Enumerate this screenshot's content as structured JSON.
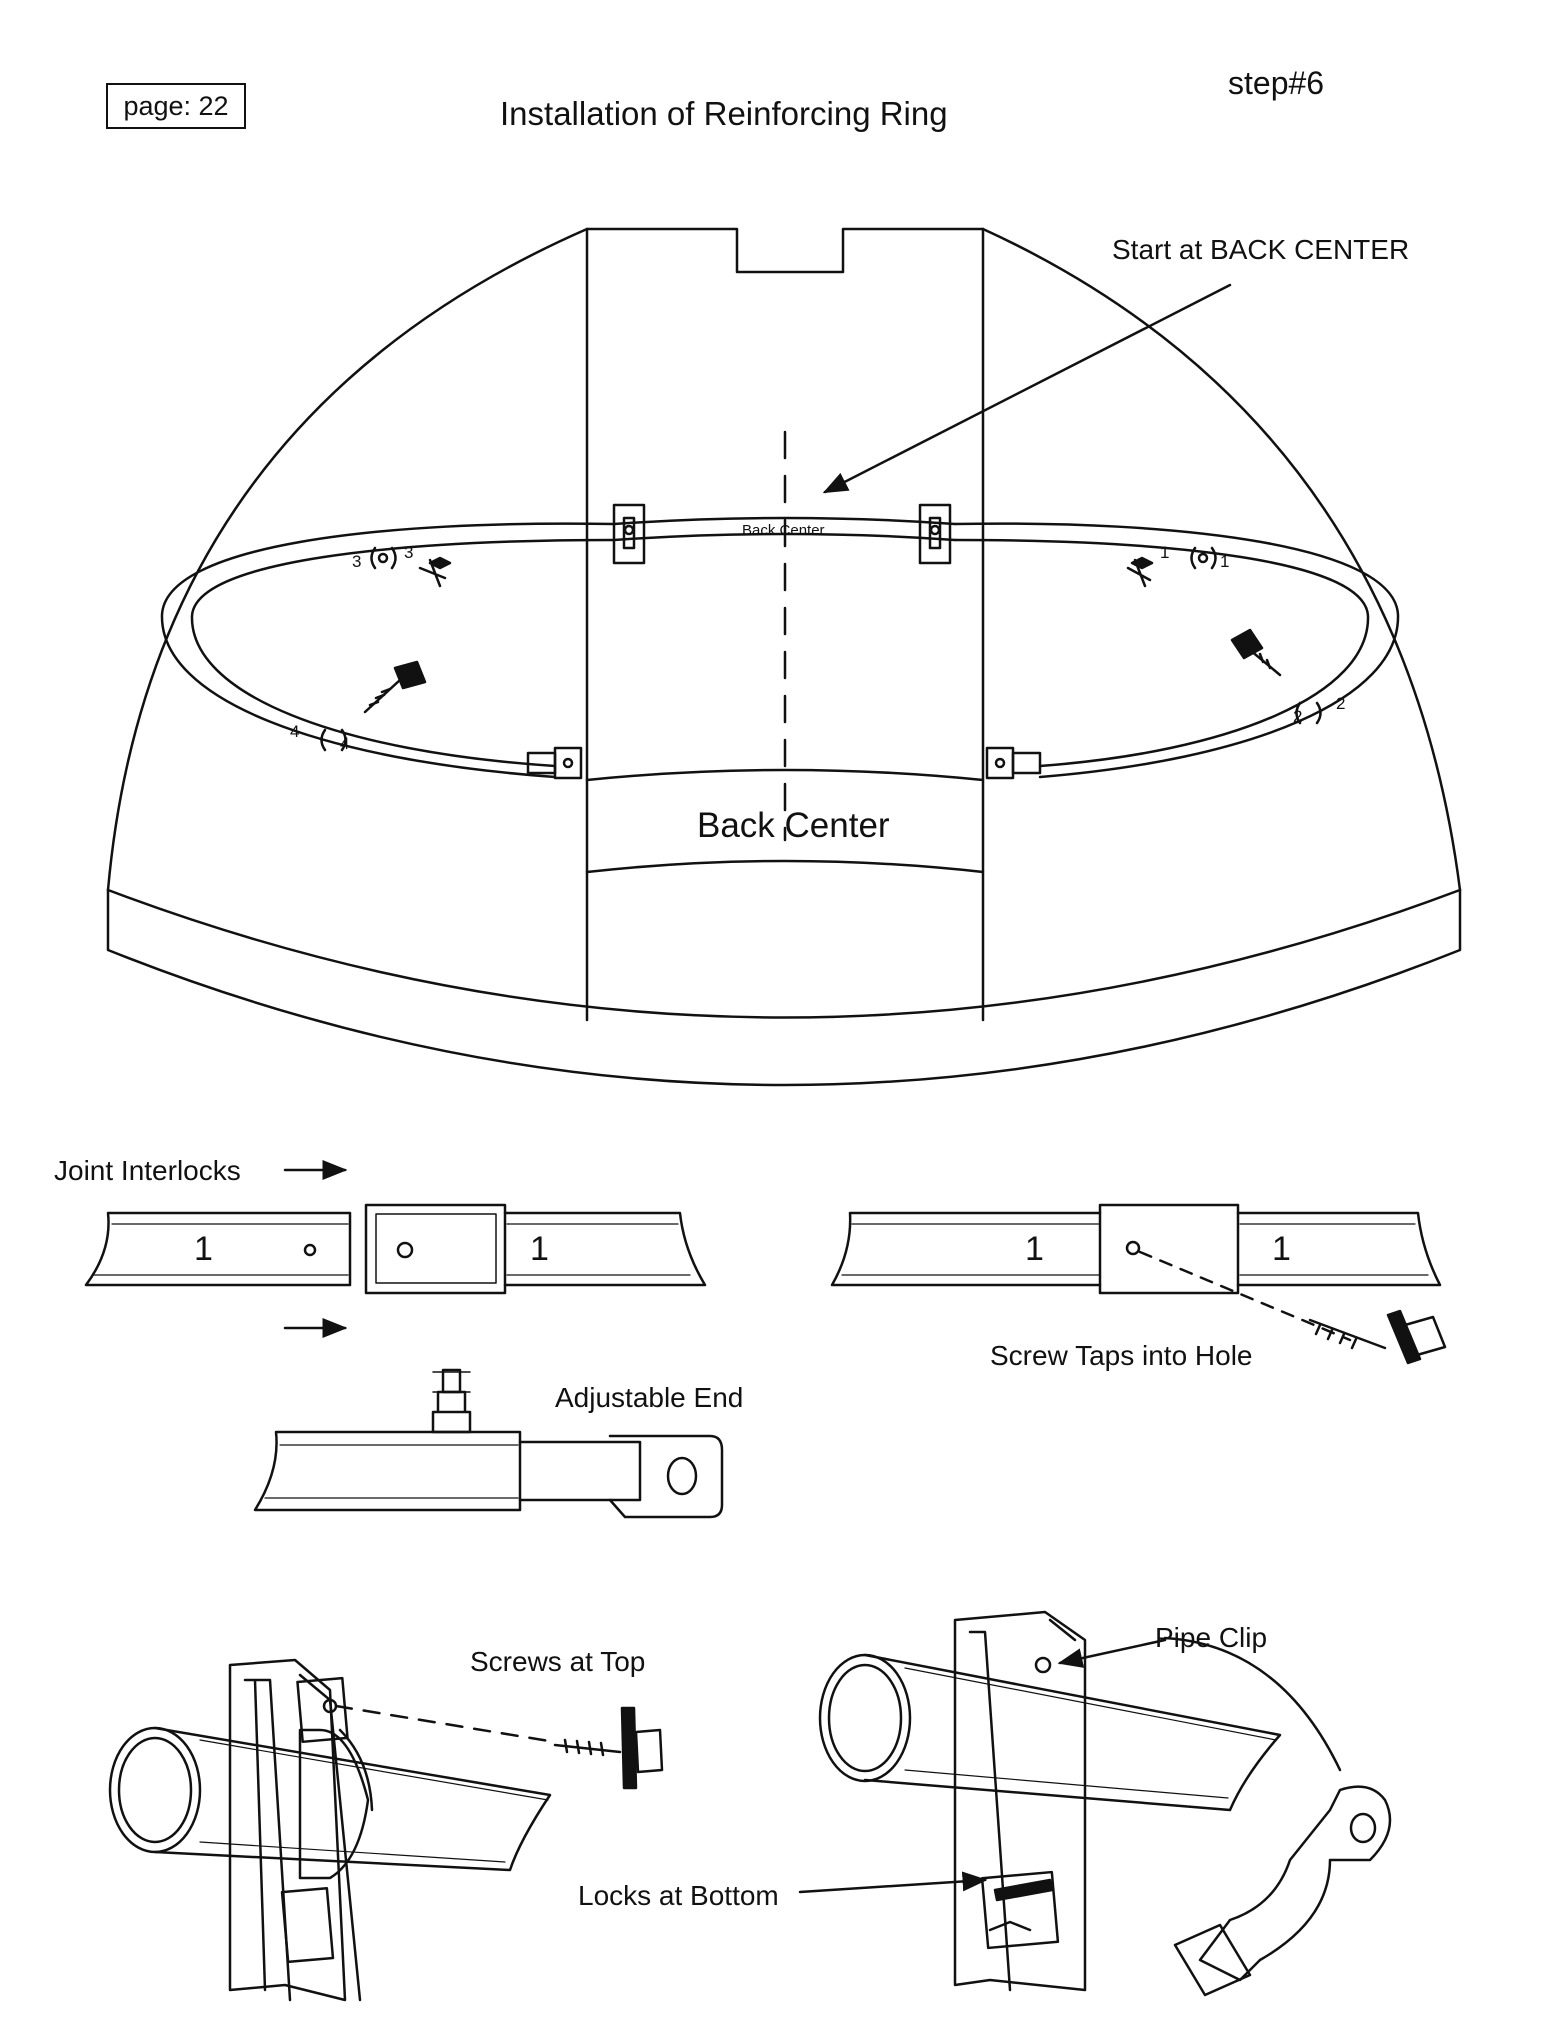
{
  "header": {
    "page_label": "page: 22",
    "title": "Installation of Reinforcing Ring",
    "step": "step#6"
  },
  "dome": {
    "start_label": "Start at BACK CENTER",
    "back_center_small": "Back Center",
    "back_center_large": "Back  Center",
    "marks": [
      "1",
      "2",
      "3",
      "4"
    ]
  },
  "joint": {
    "interlocks_label": "Joint Interlocks",
    "segment_number": "1",
    "screw_label": "Screw Taps into Hole",
    "adjustable_label": "Adjustable End"
  },
  "clip": {
    "screws_label": "Screws at Top",
    "pipe_clip_label": "Pipe Clip",
    "locks_label": "Locks at Bottom"
  },
  "colors": {
    "ink": "#111111",
    "paper": "#ffffff"
  }
}
